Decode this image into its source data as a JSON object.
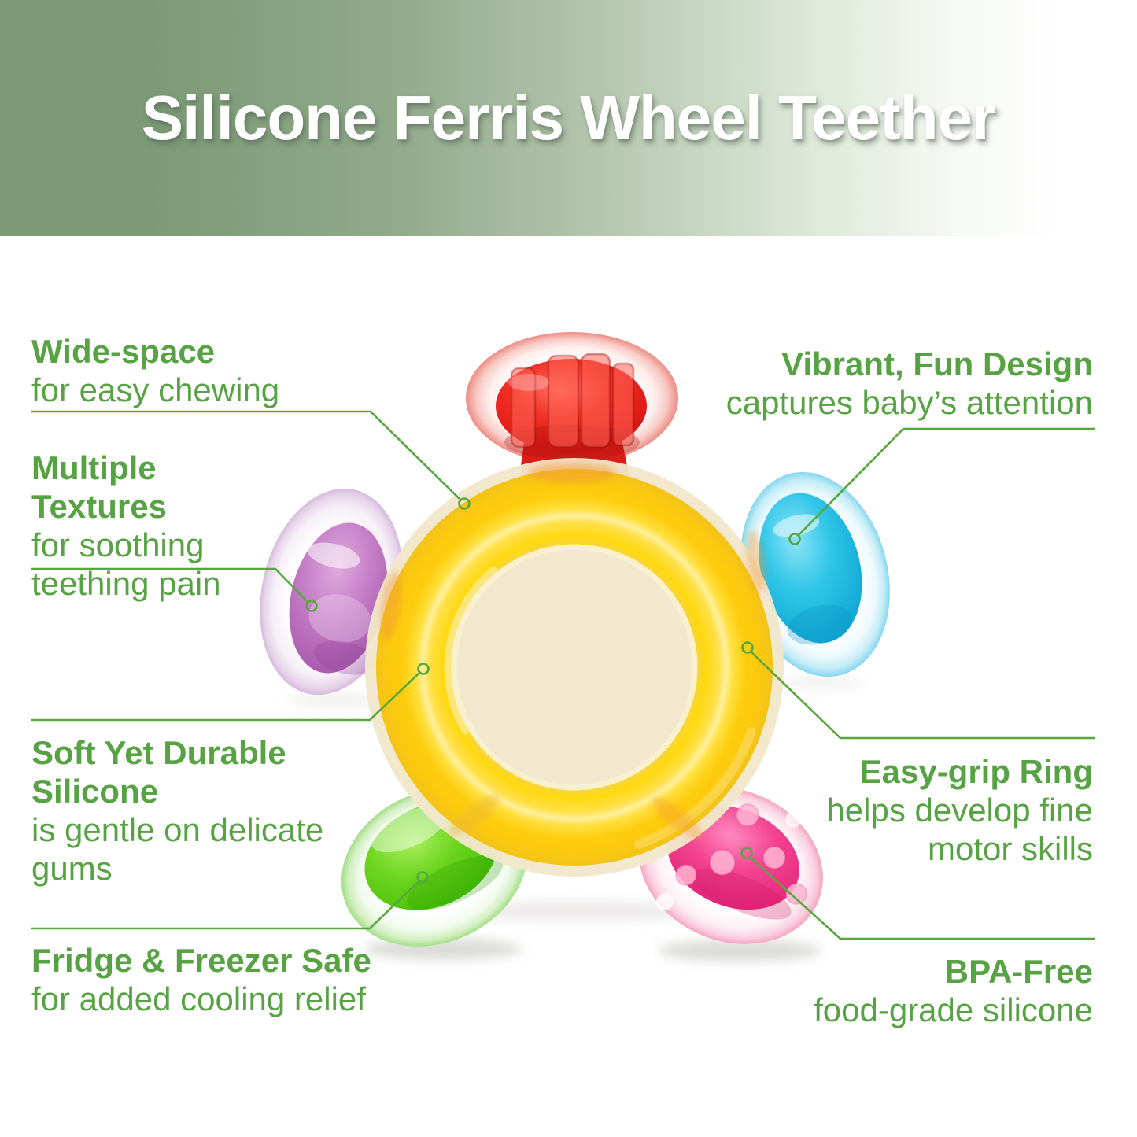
{
  "header": {
    "title": "Silicone Ferris Wheel Teether"
  },
  "callouts": [
    {
      "id": "wide-space",
      "title": "Wide-space",
      "description": "for easy chewing"
    },
    {
      "id": "multiple-textures",
      "title": "Multiple Textures",
      "description": "for soothing teething pain"
    },
    {
      "id": "soft-durable-silicone",
      "title": "Soft Yet Durable Silicone",
      "description": "is gentle on delicate gums"
    },
    {
      "id": "fridge-freezer-safe",
      "title": "Fridge & Freezer Safe",
      "description": "for added cooling relief"
    },
    {
      "id": "vibrant-fun-design",
      "title": "Vibrant, Fun Design",
      "description": "captures baby’s attention"
    },
    {
      "id": "easy-grip-ring",
      "title": "Easy-grip Ring",
      "description": "helps develop fine motor skills"
    },
    {
      "id": "bpa-free",
      "title": "BPA-Free",
      "description": "food-grade silicone"
    }
  ],
  "colors": {
    "header-green": "#7b9a75",
    "header-fade": "#ffffff",
    "title-white": "#ffffff",
    "text-green": "#57a344",
    "line-green": "#58a63e",
    "ring-yellow": "#ffd60d",
    "ring-rim-cream": "#f1e7cc",
    "petal-red": "#e8251d",
    "petal-blue": "#2cc3e7",
    "petal-purple": "#c379c6",
    "petal-green": "#63d11c",
    "petal-pink": "#f23f8f"
  }
}
